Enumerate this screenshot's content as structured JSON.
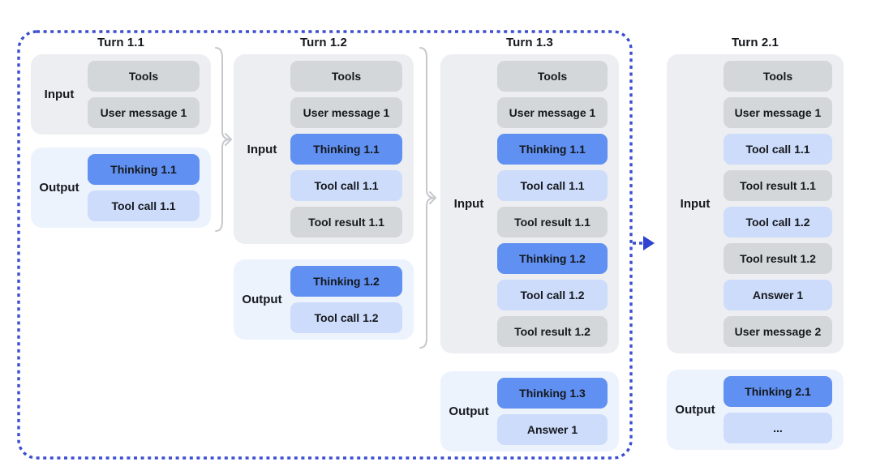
{
  "palette": {
    "text": "#15181d",
    "input_group_bg": "#eceef1",
    "output_group_bg": "#edf3fd",
    "gray_block": "#d4d7da",
    "blue_block": "#6090f1",
    "light_blue_block": "#cddcfb",
    "bracket": "#c6c8cc",
    "dashed_border": "#3b4ed0",
    "arrow": "#2f43d0"
  },
  "turns": [
    {
      "id": "1.1",
      "title": "Turn 1.1",
      "input_label": "Input",
      "output_label": "Output",
      "input_blocks": [
        {
          "label": "Tools",
          "style": "gray"
        },
        {
          "label": "User message 1",
          "style": "gray"
        }
      ],
      "output_blocks": [
        {
          "label": "Thinking 1.1",
          "style": "blue"
        },
        {
          "label": "Tool call 1.1",
          "style": "lightblue"
        }
      ]
    },
    {
      "id": "1.2",
      "title": "Turn 1.2",
      "input_label": "Input",
      "output_label": "Output",
      "input_blocks": [
        {
          "label": "Tools",
          "style": "gray"
        },
        {
          "label": "User message 1",
          "style": "gray"
        },
        {
          "label": "Thinking 1.1",
          "style": "blue"
        },
        {
          "label": "Tool call 1.1",
          "style": "lightblue"
        },
        {
          "label": "Tool result 1.1",
          "style": "gray"
        }
      ],
      "output_blocks": [
        {
          "label": "Thinking 1.2",
          "style": "blue"
        },
        {
          "label": "Tool call 1.2",
          "style": "lightblue"
        }
      ]
    },
    {
      "id": "1.3",
      "title": "Turn 1.3",
      "input_label": "Input",
      "output_label": "Output",
      "input_blocks": [
        {
          "label": "Tools",
          "style": "gray"
        },
        {
          "label": "User message 1",
          "style": "gray"
        },
        {
          "label": "Thinking 1.1",
          "style": "blue"
        },
        {
          "label": "Tool call 1.1",
          "style": "lightblue"
        },
        {
          "label": "Tool result 1.1",
          "style": "gray"
        },
        {
          "label": "Thinking 1.2",
          "style": "blue"
        },
        {
          "label": "Tool call 1.2",
          "style": "lightblue"
        },
        {
          "label": "Tool result 1.2",
          "style": "gray"
        }
      ],
      "output_blocks": [
        {
          "label": "Thinking 1.3",
          "style": "blue"
        },
        {
          "label": "Answer 1",
          "style": "lightblue"
        }
      ]
    },
    {
      "id": "2.1",
      "title": "Turn 2.1",
      "input_label": "Input",
      "output_label": "Output",
      "input_blocks": [
        {
          "label": "Tools",
          "style": "gray"
        },
        {
          "label": "User message 1",
          "style": "gray"
        },
        {
          "label": "Tool call 1.1",
          "style": "lightblue"
        },
        {
          "label": "Tool result 1.1",
          "style": "gray"
        },
        {
          "label": "Tool call 1.2",
          "style": "lightblue"
        },
        {
          "label": "Tool result 1.2",
          "style": "gray"
        },
        {
          "label": "Answer 1",
          "style": "lightblue"
        },
        {
          "label": "User message 2",
          "style": "gray"
        }
      ],
      "output_blocks": [
        {
          "label": "Thinking 2.1",
          "style": "blue"
        },
        {
          "label": "...",
          "style": "lightblue"
        }
      ]
    }
  ]
}
